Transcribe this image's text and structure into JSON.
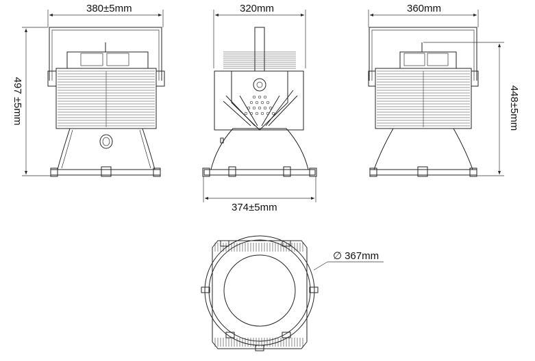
{
  "dimensions": {
    "front_width": "380±5mm",
    "front_height": "497 ±5mm",
    "side_width": "320mm",
    "side_base_width": "374±5mm",
    "back_width": "360mm",
    "back_height": "448±5mm",
    "bottom_diameter": "367mm",
    "diameter_symbol": "∅"
  },
  "colors": {
    "line": "#222222",
    "background": "#ffffff"
  }
}
